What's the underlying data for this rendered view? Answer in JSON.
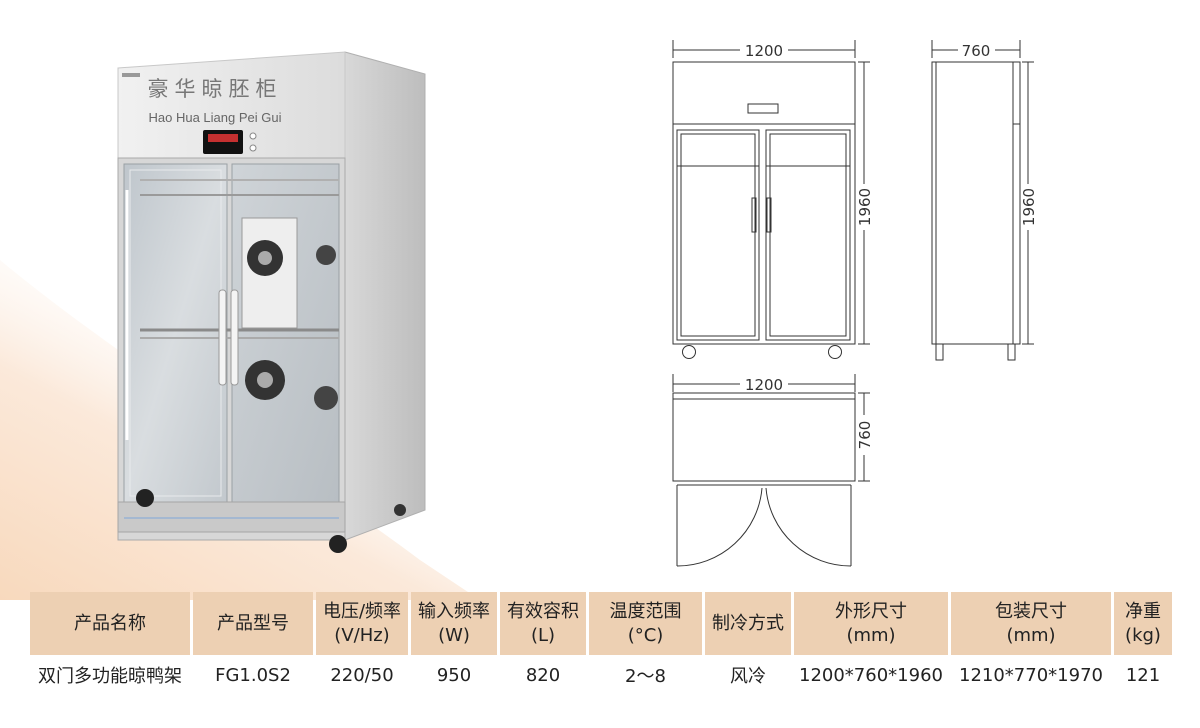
{
  "product_photo": {
    "sign_cn": "豪华晾胚柜",
    "sign_en": "Hao Hua Liang Pei Gui"
  },
  "drawings": {
    "front_width": "1200",
    "front_height": "1960",
    "side_depth": "760",
    "side_height": "1960",
    "top_width": "1200",
    "top_depth": "760"
  },
  "spec_table": {
    "headers": [
      [
        "产品名称"
      ],
      [
        "产品型号"
      ],
      [
        "电压/频率",
        "(V/Hz)"
      ],
      [
        "输入频率",
        "(W)"
      ],
      [
        "有效容积",
        "(L)"
      ],
      [
        "温度范围",
        "(°C)"
      ],
      [
        "制冷方式"
      ],
      [
        "外形尺寸",
        "(mm)"
      ],
      [
        "包装尺寸",
        "(mm)"
      ],
      [
        "净重",
        "(kg)"
      ]
    ],
    "row": [
      "双门多功能晾鸭架",
      "FG1.0S2",
      "220/50",
      "950",
      "820",
      "2～8",
      "风冷",
      "1200*760*1960",
      "1210*770*1970",
      "121"
    ]
  },
  "colors": {
    "header_bg": "#edd0b3",
    "text": "#222222",
    "line": "#333333"
  }
}
